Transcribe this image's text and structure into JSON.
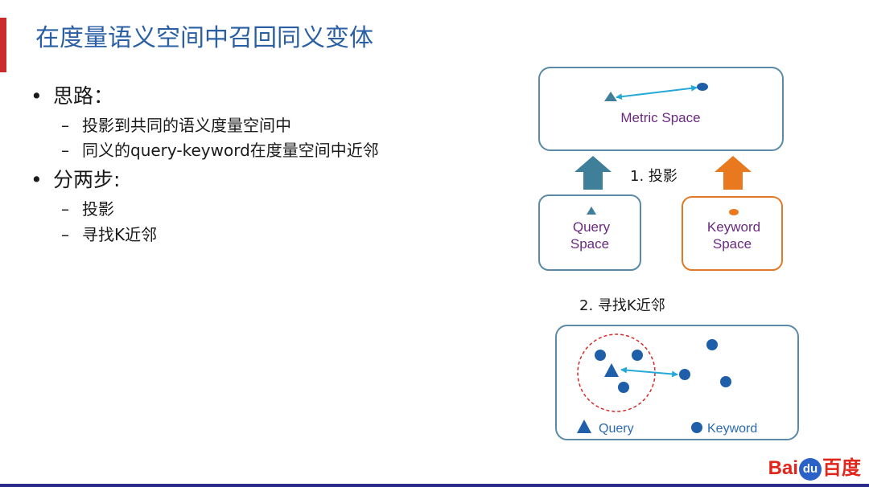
{
  "title": "在度量语义空间中召回同义变体",
  "bullets": [
    {
      "text": "思路：",
      "sub": [
        "投影到共同的语义度量空间中",
        "同义的query-keyword在度量空间中近邻"
      ]
    },
    {
      "text": "分两步:",
      "sub": [
        "投影",
        "寻找K近邻"
      ]
    }
  ],
  "diagram": {
    "metric_space_label": "Metric Space",
    "step1_label": "1. 投影",
    "query_space_label": [
      "Query",
      "Space"
    ],
    "keyword_space_label": [
      "Keyword",
      "Space"
    ],
    "step2_label": "2. 寻找K近邻",
    "legend_query": "Query",
    "legend_keyword": "Keyword"
  },
  "colors": {
    "title": "#2a5fa4",
    "box_border": "#5a8aa8",
    "keyword_box_border": "#e07a26",
    "query_arrow": "#3f7f9a",
    "keyword_arrow": "#e8791f",
    "point_blue": "#1f5faa",
    "link_cyan": "#26a9d8",
    "label_purple": "#6a2a80",
    "circle_red": "#d42a2a"
  },
  "logo": {
    "bai": "Bai",
    "du": "du",
    "cn": "百度"
  }
}
